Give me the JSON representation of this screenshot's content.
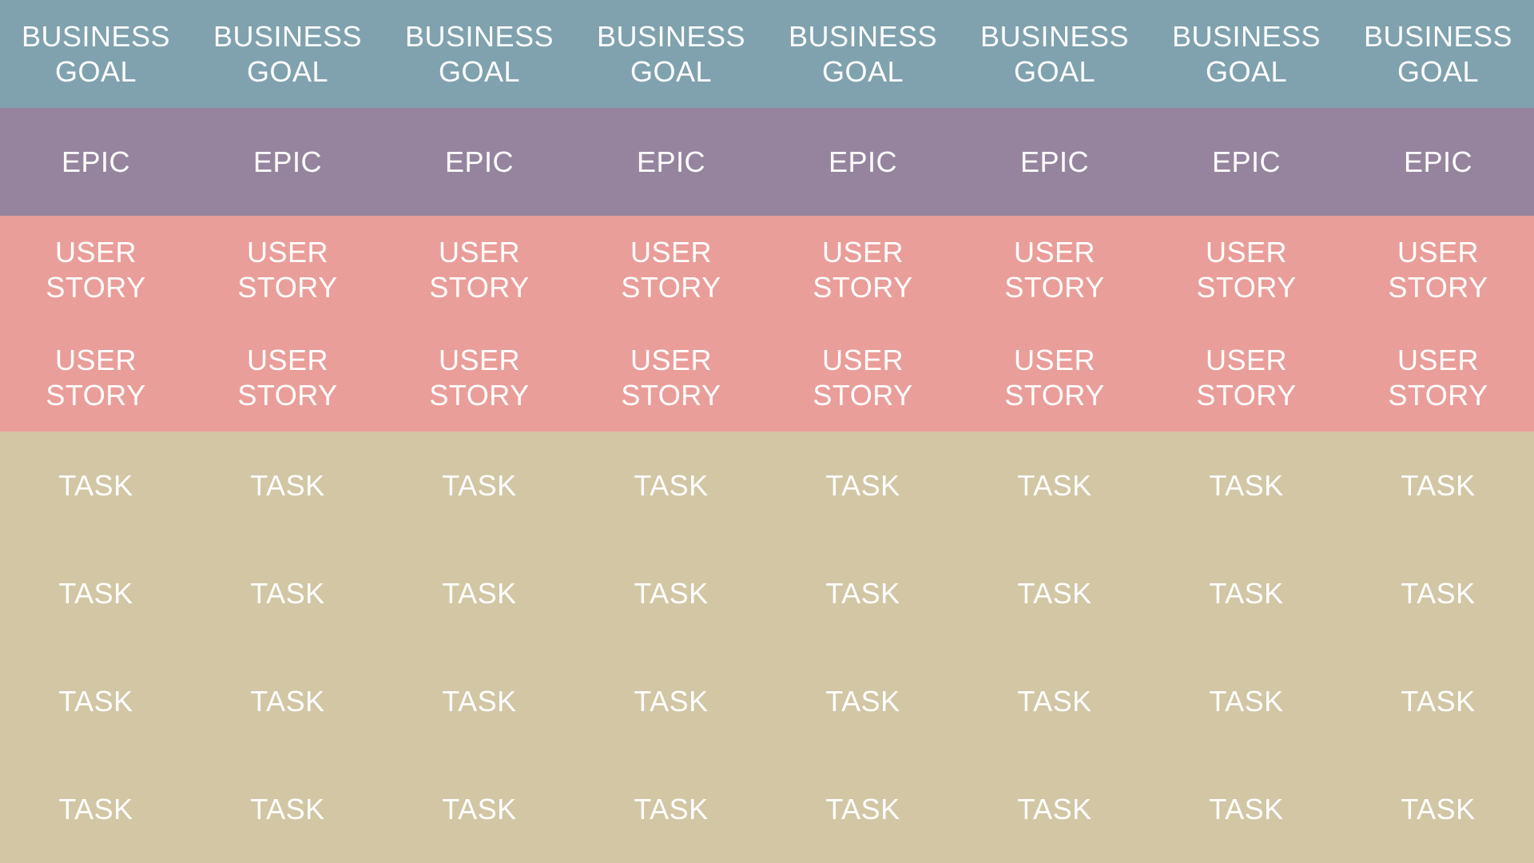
{
  "rows": [
    {
      "key": "business-goal",
      "color": "#7fa2ae",
      "cells": [
        "BUSINESS\nGOAL",
        "BUSINESS\nGOAL",
        "BUSINESS\nGOAL",
        "BUSINESS\nGOAL",
        "BUSINESS\nGOAL",
        "BUSINESS\nGOAL",
        "BUSINESS\nGOAL",
        "BUSINESS\nGOAL"
      ]
    },
    {
      "key": "epic",
      "color": "#96849e",
      "cells": [
        "EPIC",
        "EPIC",
        "EPIC",
        "EPIC",
        "EPIC",
        "EPIC",
        "EPIC",
        "EPIC"
      ]
    },
    {
      "key": "user-story",
      "color": "#ea9e99",
      "cells": [
        "USER\nSTORY",
        "USER\nSTORY",
        "USER\nSTORY",
        "USER\nSTORY",
        "USER\nSTORY",
        "USER\nSTORY",
        "USER\nSTORY",
        "USER\nSTORY"
      ]
    },
    {
      "key": "user-story",
      "color": "#ea9e99",
      "cells": [
        "USER\nSTORY",
        "USER\nSTORY",
        "USER\nSTORY",
        "USER\nSTORY",
        "USER\nSTORY",
        "USER\nSTORY",
        "USER\nSTORY",
        "USER\nSTORY"
      ]
    },
    {
      "key": "task",
      "color": "#d2c6a4",
      "cells": [
        "TASK",
        "TASK",
        "TASK",
        "TASK",
        "TASK",
        "TASK",
        "TASK",
        "TASK"
      ]
    },
    {
      "key": "task",
      "color": "#d2c6a4",
      "cells": [
        "TASK",
        "TASK",
        "TASK",
        "TASK",
        "TASK",
        "TASK",
        "TASK",
        "TASK"
      ]
    },
    {
      "key": "task",
      "color": "#d2c6a4",
      "cells": [
        "TASK",
        "TASK",
        "TASK",
        "TASK",
        "TASK",
        "TASK",
        "TASK",
        "TASK"
      ]
    },
    {
      "key": "task",
      "color": "#d2c6a4",
      "cells": [
        "TASK",
        "TASK",
        "TASK",
        "TASK",
        "TASK",
        "TASK",
        "TASK",
        "TASK"
      ]
    }
  ]
}
